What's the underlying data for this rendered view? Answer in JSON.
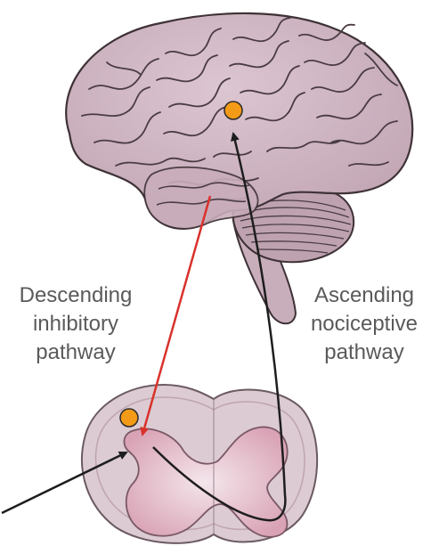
{
  "labels": {
    "descending": [
      "Descending",
      "inhibitory",
      "pathway"
    ],
    "ascending": [
      "Ascending",
      "nociceptive",
      "pathway"
    ]
  },
  "colors": {
    "brain_fill": "#cdb3c0",
    "brain_outline": "#3e3236",
    "cord_outer": "#dccbd3",
    "cord_grey_matter": "#e3b6c4",
    "descending_arrow": "#d9322b",
    "ascending_arrow": "#1e1e1e",
    "marker": "#f39a17",
    "text": "#5a5a5a"
  },
  "markers": [
    "brain-site",
    "spinal-cord-site"
  ]
}
